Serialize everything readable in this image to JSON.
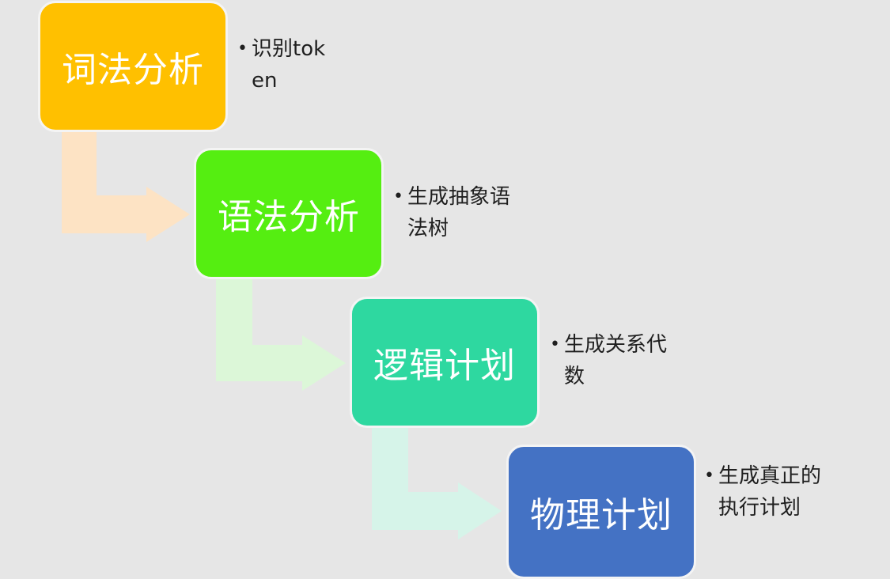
{
  "steps": [
    {
      "title": "词法分析",
      "bullet": "识别token",
      "color": "#ffc000"
    },
    {
      "title": "语法分析",
      "bullet": "生成抽象语法树",
      "color": "#55ee11"
    },
    {
      "title": "逻辑计划",
      "bullet": "生成关系代数",
      "color": "#2ed8a0"
    },
    {
      "title": "物理计划",
      "bullet": "生成真正的执行计划",
      "color": "#4472c4"
    }
  ],
  "arrow_colors": [
    "#fde3c4",
    "#dcf7d8",
    "#d6f4e9",
    "#e3e6f3"
  ]
}
